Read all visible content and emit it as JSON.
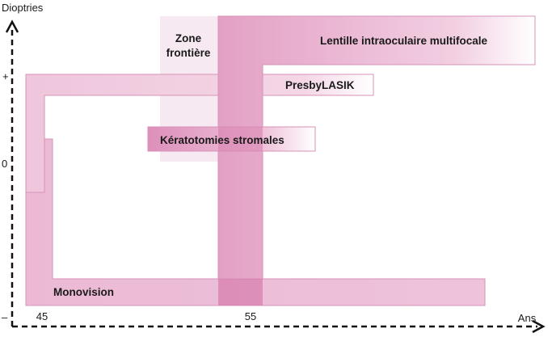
{
  "axes": {
    "y_label": "Dioptries",
    "x_label": "Ans",
    "y_tick_plus": "+",
    "y_tick_zero": "0",
    "y_tick_minus": "–",
    "x_tick_45": "45",
    "x_tick_55": "55"
  },
  "regions": {
    "zone_line1": "Zone",
    "zone_line2": "frontière",
    "lentille": "Lentille intraoculaire multifocale",
    "presbylasik": "PresbyLASIK",
    "keratotomies": "Kératotomies stromales",
    "monovision": "Monovision"
  },
  "colors": {
    "axis": "#111111",
    "zone": "#f6e9f1",
    "light_pink": "#efc6dc",
    "medium_pink": "#e3a3c6",
    "dark_pink": "#d97fb0",
    "band_stroke": "#d892b8"
  }
}
